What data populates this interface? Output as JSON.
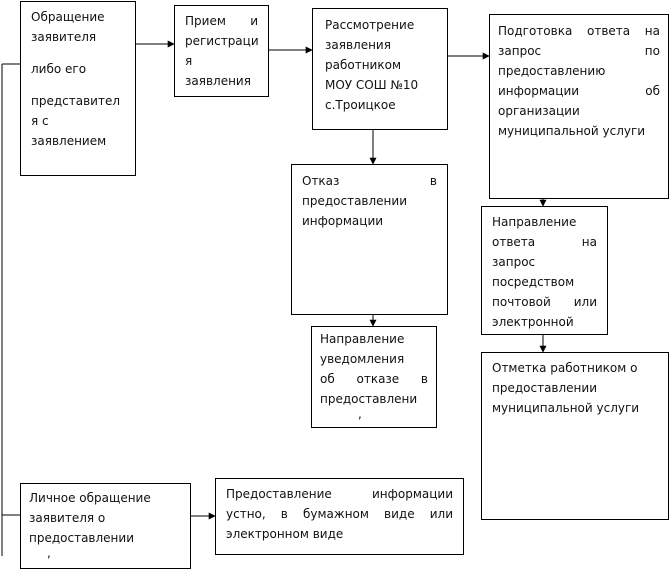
{
  "nodes": {
    "applicant": {
      "lines": [
        "Обращение",
        "заявителя",
        "либо его",
        "представител",
        "я с",
        "заявлением"
      ]
    },
    "registration": {
      "lines": [
        "Прием и",
        "регистраци",
        "я",
        "заявления"
      ]
    },
    "review": {
      "lines": [
        "Рассмотрение",
        "заявления",
        "работником",
        "МОУ СОШ №10",
        "с.Троицкое"
      ]
    },
    "prepare_answer": {
      "lines": [
        "Подготовка ответа на",
        "запрос по",
        "предоставлению",
        "информации об",
        "организации",
        "муниципальной услуги"
      ]
    },
    "refusal": {
      "lines": [
        "Отказ в",
        "предоставлении",
        "информации"
      ]
    },
    "send_answer": {
      "lines": [
        "Направление",
        "ответа на",
        "запрос",
        "посредством",
        "почтовой или",
        "электронной"
      ]
    },
    "refusal_notice": {
      "lines": [
        "Направление",
        "уведомления",
        "об отказе в",
        "предоставлени",
        ","
      ]
    },
    "mark_provision": {
      "lines": [
        "Отметка работником о",
        "предоставлении",
        "муниципальной услуги"
      ]
    },
    "personal_request": {
      "lines": [
        "Личное обращение",
        "заявителя о",
        "предоставлении",
        ","
      ]
    },
    "provide_info": {
      "lines": [
        "Предоставление информации",
        "устно, в бумажном виде или",
        "электронном виде"
      ]
    }
  }
}
